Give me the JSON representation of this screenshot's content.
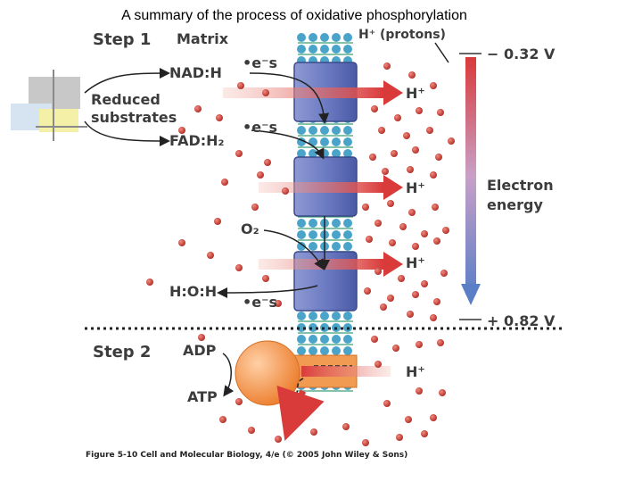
{
  "title": "A summary of the process of oxidative phosphorylation",
  "step1": "Step 1",
  "step2": "Step 2",
  "matrix": "Matrix",
  "protons_label": "H⁺ (protons)",
  "nadh": "NAD:H",
  "fadh2": "FAD:H₂",
  "reduced_substrates": [
    "Reduced",
    "substrates"
  ],
  "electrons": "•e⁻s",
  "o2": "O₂",
  "water": "H:O:H",
  "h_plus": "H⁺",
  "adp": "ADP",
  "atp": "ATP",
  "electron_energy": [
    "Electron",
    "energy"
  ],
  "voltage_top": "− 0.32 V",
  "voltage_bottom": "+ 0.82 V",
  "caption": "Figure 5-10 Cell and Molecular Biology, 4/e (© 2005 John Wiley & Sons)",
  "colors": {
    "proton": "#c0392b",
    "complex": "#5f6fb7",
    "membrane_head": "#4aa3c9",
    "membrane_tail": "#3b9e76",
    "atp_synthase": "#f08a3c",
    "arrow_red": "#d93a3a",
    "arrow_blue": "#5b7fc6"
  }
}
